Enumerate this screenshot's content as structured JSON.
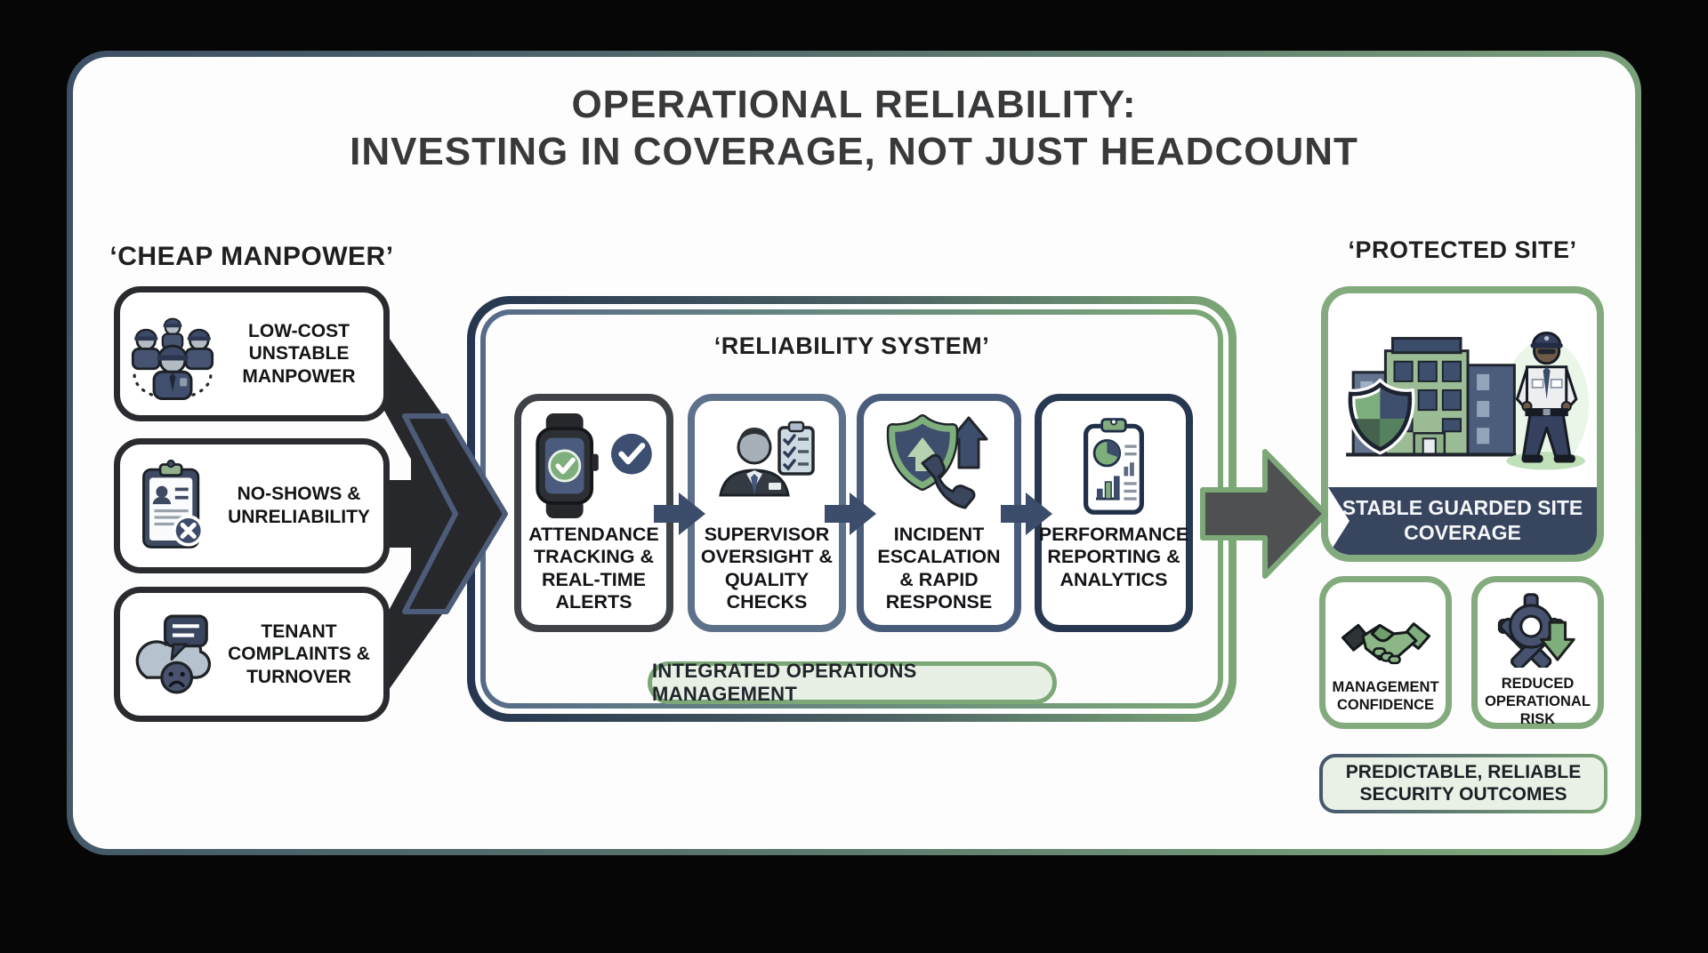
{
  "title": {
    "line1": "OPERATIONAL RELIABILITY:",
    "line2": "INVESTING IN COVERAGE, NOT JUST HEADCOUNT"
  },
  "left": {
    "heading": "‘CHEAP MANPOWER’",
    "items": [
      {
        "label": "LOW-COST UNSTABLE MANPOWER",
        "icon": "guards-group-icon"
      },
      {
        "label": "NO-SHOWS & UNRELIABILITY",
        "icon": "clipboard-x-icon"
      },
      {
        "label": "TENANT COMPLAINTS & TURNOVER",
        "icon": "complaint-cloud-icon"
      }
    ]
  },
  "system": {
    "heading": "‘RELIABILITY SYSTEM’",
    "steps": [
      {
        "label": "ATTENDANCE TRACKING & REAL-TIME ALERTS",
        "icon": "smartwatch-check-icon"
      },
      {
        "label": "SUPERVISOR OVERSIGHT & QUALITY CHECKS",
        "icon": "supervisor-checklist-icon"
      },
      {
        "label": "INCIDENT ESCALATION & RAPID RESPONSE",
        "icon": "shield-escalation-icon"
      },
      {
        "label": "PERFORMANCE REPORTING & ANALYTICS",
        "icon": "analytics-report-icon"
      }
    ],
    "footer": "INTEGRATED OPERATIONS MANAGEMENT"
  },
  "right": {
    "heading": "‘PROTECTED SITE’",
    "banner": "STABLE GUARDED SITE COVERAGE",
    "benefits": [
      {
        "label": "MANAGEMENT CONFIDENCE",
        "icon": "handshake-icon"
      },
      {
        "label": "REDUCED OPERATIONAL RISK",
        "icon": "gear-down-arrow-icon"
      }
    ],
    "outcome": "PREDICTABLE, RELIABLE SECURITY OUTCOMES"
  },
  "colors": {
    "navy": "#38455f",
    "steel": "#5e718b",
    "green": "#7ca877",
    "light_green": "#e9f0e6",
    "charcoal": "#26282c",
    "arrow_gray": "#4e5052",
    "frame_bg": "#fdfdfd",
    "page_bg": "#060607"
  }
}
